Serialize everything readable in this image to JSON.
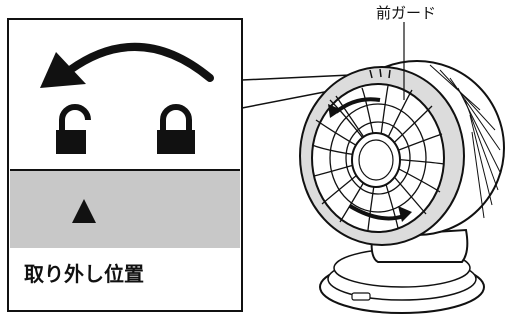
{
  "callout": {
    "part_label": "前ガード"
  },
  "inset": {
    "removal_label": "取り外し位置",
    "arrow_direction": "counter-clockwise",
    "lock_states": [
      "unlocked",
      "locked"
    ],
    "marker_icon": "triangle-up-icon"
  },
  "colors": {
    "line": "#111111",
    "band_gray": "#c8c8c8",
    "guard_ring": "#dcdcdc",
    "background": "#ffffff"
  }
}
